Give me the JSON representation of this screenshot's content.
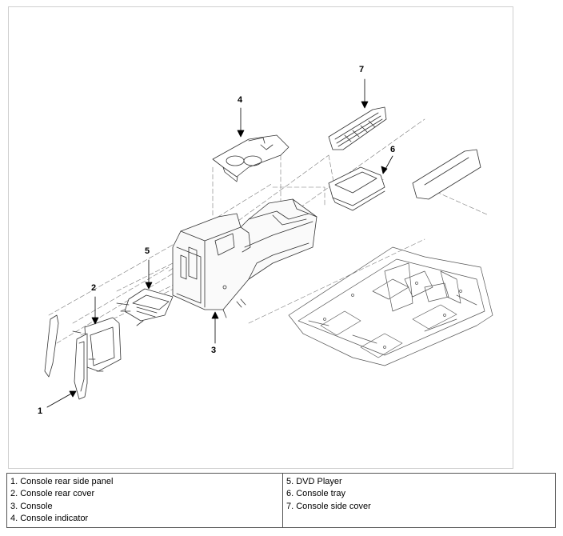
{
  "callouts": [
    {
      "number": "1"
    },
    {
      "number": "2"
    },
    {
      "number": "3"
    },
    {
      "number": "4"
    },
    {
      "number": "5"
    },
    {
      "number": "6"
    },
    {
      "number": "7"
    }
  ],
  "legend": {
    "left": [
      "1. Console rear side panel",
      "2. Console rear cover",
      "3. Console",
      "4. Console indicator"
    ],
    "right": [
      "5. DVD Player",
      "6. Console tray",
      "7. Console side cover"
    ]
  }
}
